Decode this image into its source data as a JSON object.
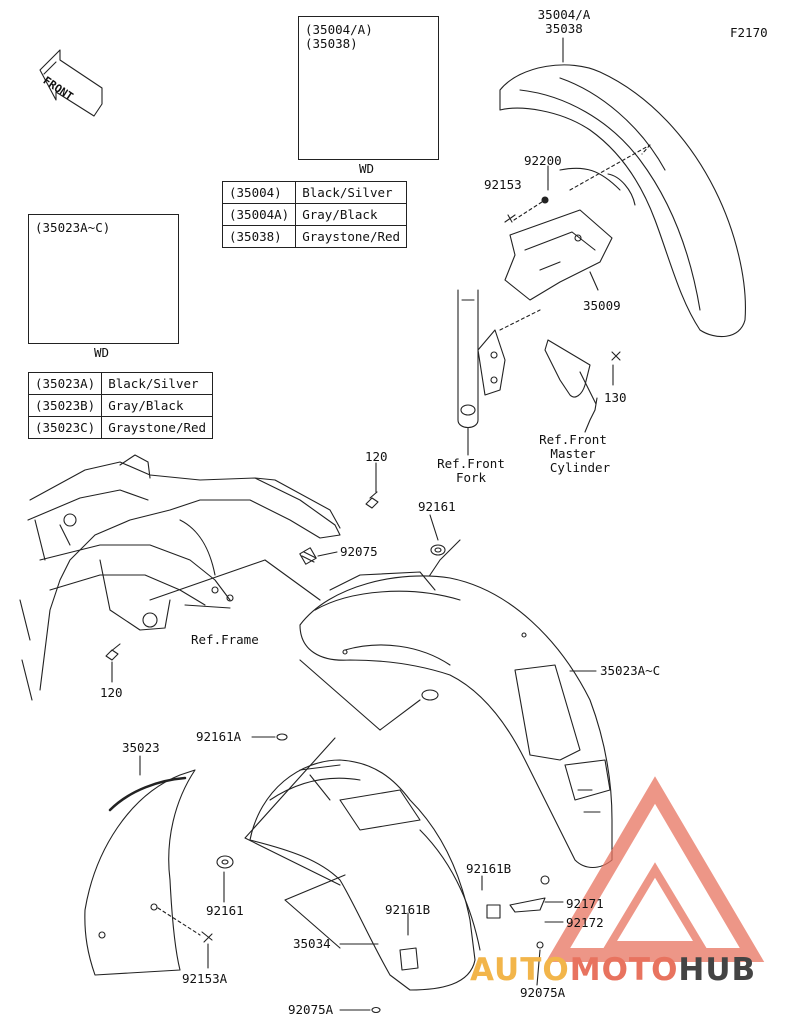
{
  "figure_id": "F2170",
  "front_label": "FRONT",
  "front_fender": {
    "inset_refs": [
      "(35004/A)",
      "(35038)"
    ],
    "inset_caption": "WD",
    "callout": [
      "35004/A",
      "35038"
    ],
    "color_table": [
      [
        "(35004)",
        "Black/Silver"
      ],
      [
        "(35004A)",
        "Gray/Black"
      ],
      [
        "(35038)",
        "Graystone/Red"
      ]
    ]
  },
  "rear_fender": {
    "inset_ref": "(35023A~C)",
    "inset_caption": "WD",
    "color_table": [
      [
        "(35023A)",
        "Black/Silver"
      ],
      [
        "(35023B)",
        "Gray/Black"
      ],
      [
        "(35023C)",
        "Graystone/Red"
      ]
    ]
  },
  "labels": {
    "p92200": "92200",
    "p92153": "92153",
    "p35009": "35009",
    "p130": "130",
    "ref_master_cyl": [
      "Ref.Front",
      "Master",
      "Cylinder"
    ],
    "ref_fork": [
      "Ref.Front",
      "Fork"
    ],
    "p120_top": "120",
    "p92161_top": "92161",
    "p92075": "92075",
    "ref_frame": "Ref.Frame",
    "p120_bottom": "120",
    "p35023A_C": "35023A~C",
    "p92161A": "92161A",
    "p35023": "35023",
    "p92161_bottom": "92161",
    "p92153A": "92153A",
    "p92161B_right": "92161B",
    "p92161B_mid": "92161B",
    "p92171": "92171",
    "p92172": "92172",
    "p35034": "35034",
    "p92075A_left": "92075A",
    "p92075A_right": "92075A"
  },
  "watermark": {
    "part1": "AUTO",
    "part2": "MOTO",
    "part3": "HUB"
  },
  "colors": {
    "line": "#222222",
    "watermark_red": "#e8735f",
    "watermark_orange": "#f2b54a"
  }
}
